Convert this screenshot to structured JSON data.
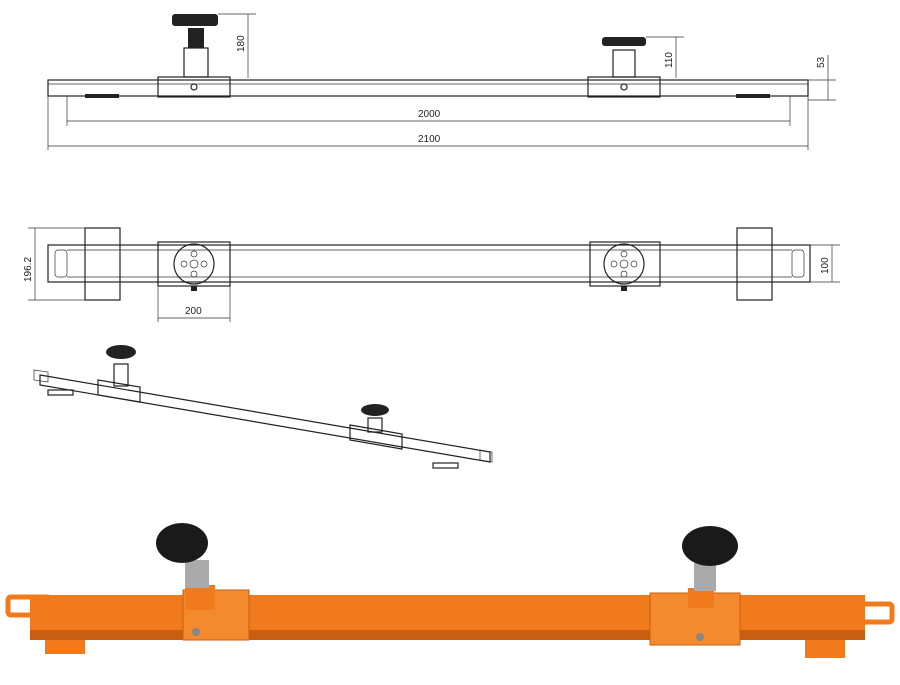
{
  "side_view": {
    "dim_left_pad_height": "180",
    "dim_right_pad_height": "110",
    "dim_bar_height": "53",
    "dim_inner_length": "2000",
    "dim_total_length": "2100"
  },
  "plan_view": {
    "dim_foot_width": "196.2",
    "dim_bar_width": "100",
    "dim_carriage_length": "200"
  },
  "colors": {
    "bar": "#f07a1c",
    "bar_shadow": "#c95e10",
    "pad": "#1a1a1a",
    "line": "#222222"
  }
}
